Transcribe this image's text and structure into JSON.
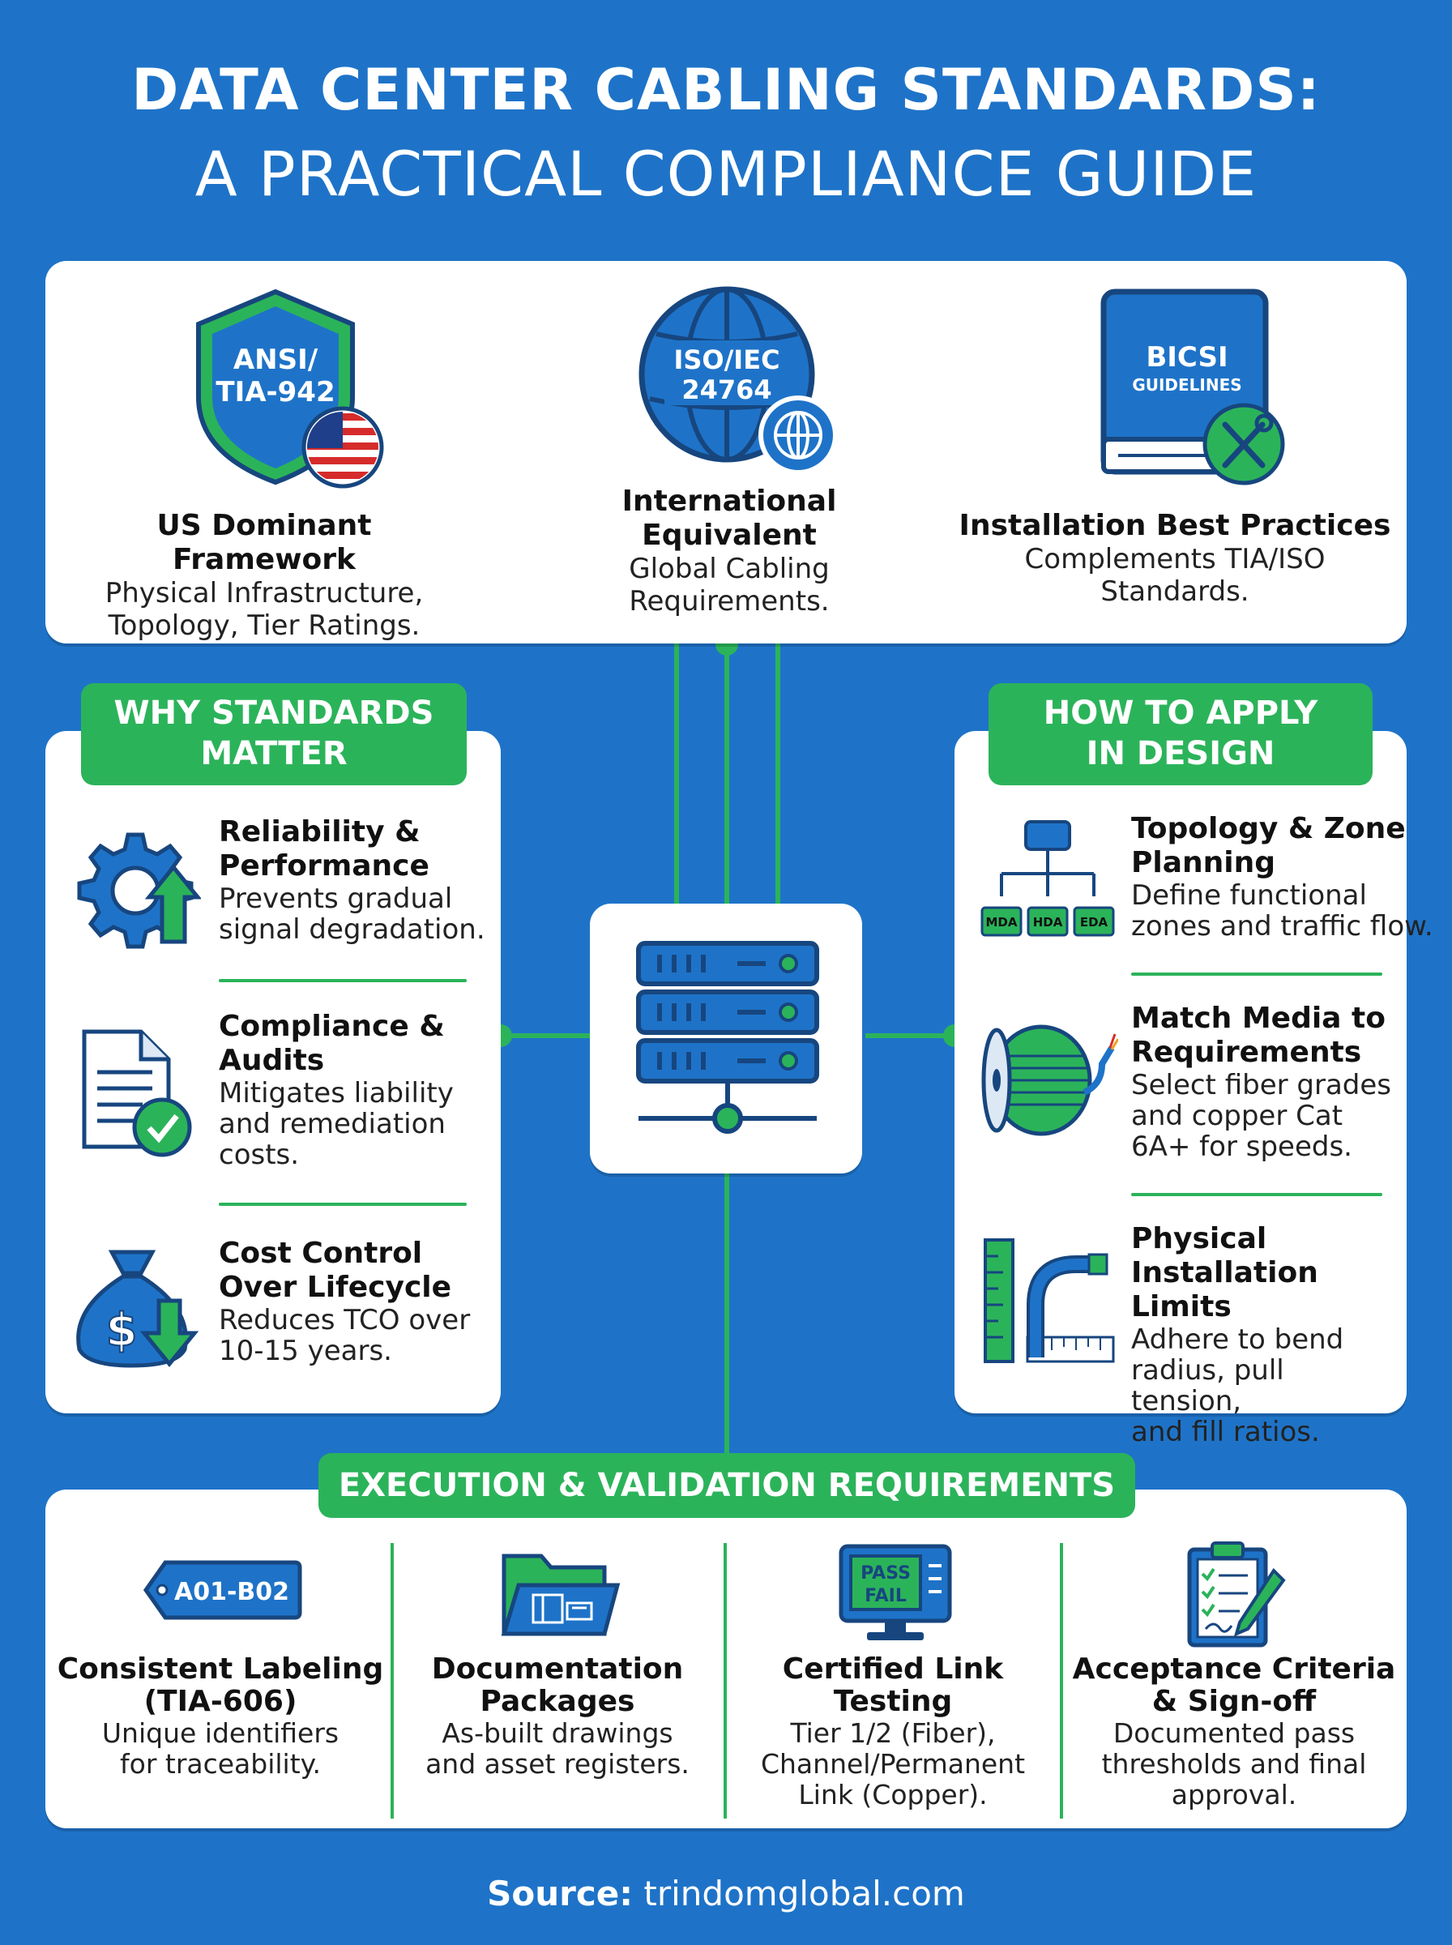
{
  "title": {
    "line1": "DATA CENTER CABLING STANDARDS:",
    "line2": "A PRACTICAL COMPLIANCE GUIDE"
  },
  "standards": [
    {
      "badge": "ANSI/ TIA-942",
      "badge_line1": "ANSI/",
      "badge_line2": "TIA-942",
      "heading": "US Dominant Framework",
      "body_line1": "Physical Infrastructure,",
      "body_line2": "Topology, Tier Ratings."
    },
    {
      "badge": "ISO/IEC 24764",
      "badge_line1": "ISO/IEC",
      "badge_line2": "24764",
      "heading_line1": "International",
      "heading_line2": "Equivalent",
      "body_line1": "Global Cabling",
      "body_line2": "Requirements."
    },
    {
      "badge": "BICSI GUIDELINES",
      "badge_line1": "BICSI",
      "badge_line2": "GUIDELINES",
      "heading": "Installation Best Practices",
      "body_line1": "Complements TIA/ISO",
      "body_line2": "Standards."
    }
  ],
  "why": {
    "title_line1": "WHY STANDARDS",
    "title_line2": "MATTER",
    "items": [
      {
        "heading_line1": "Reliability &",
        "heading_line2": "Performance",
        "body_line1": "Prevents gradual",
        "body_line2": "signal degradation.",
        "icon": "gear-arrow-icon"
      },
      {
        "heading_line1": "Compliance &",
        "heading_line2": "Audits",
        "body_line1": "Mitigates liability",
        "body_line2": "and remediation",
        "body_line3": "costs.",
        "icon": "document-check-icon"
      },
      {
        "heading_line1": "Cost Control",
        "heading_line2": "Over Lifecycle",
        "body_line1": "Reduces TCO over",
        "body_line2": "10-15 years.",
        "icon": "money-bag-icon"
      }
    ]
  },
  "how": {
    "title_line1": "HOW TO APPLY",
    "title_line2": "IN DESIGN",
    "items": [
      {
        "heading_line1": "Topology & Zone",
        "heading_line2": "Planning",
        "body_line1": "Define functional",
        "body_line2": "zones and traffic flow.",
        "icon": "topology-icon",
        "zones": [
          "MDA",
          "HDA",
          "EDA"
        ]
      },
      {
        "heading_line1": "Match Media to",
        "heading_line2": "Requirements",
        "body_line1": "Select fiber grades",
        "body_line2": "and copper Cat",
        "body_line3": "6A+ for speeds.",
        "icon": "cable-spool-icon"
      },
      {
        "heading_line1": "Physical",
        "heading_line2": "Installation Limits",
        "body_line1": "Adhere to bend",
        "body_line2": "radius, pull tension,",
        "body_line3": "and fill ratios.",
        "icon": "bend-radius-icon"
      }
    ]
  },
  "execution": {
    "title": "EXECUTION & VALIDATION REQUIREMENTS",
    "items": [
      {
        "heading_line1": "Consistent Labeling",
        "heading_line2": "(TIA-606)",
        "body_line1": "Unique identifiers",
        "body_line2": "for traceability.",
        "icon": "label-tag-icon",
        "tag_text": "A01-B02"
      },
      {
        "heading_line1": "Documentation",
        "heading_line2": "Packages",
        "body_line1": "As-built drawings",
        "body_line2": "and asset registers.",
        "icon": "folder-icon"
      },
      {
        "heading_line1": "Certified Link",
        "heading_line2": "Testing",
        "body_line1": "Tier 1/2 (Fiber),",
        "body_line2": "Channel/Permanent",
        "body_line3": "Link (Copper).",
        "icon": "tester-icon",
        "pass": "PASS",
        "fail": "FAIL"
      },
      {
        "heading_line1": "Acceptance Criteria",
        "heading_line2": "& Sign-off",
        "body_line1": "Documented pass",
        "body_line2": "thresholds and final",
        "body_line3": "approval.",
        "icon": "clipboard-icon"
      }
    ]
  },
  "source": {
    "label": "Source:",
    "value": "trindomglobal.com"
  },
  "colors": {
    "background": "#1e73c8",
    "accent_green": "#2bb35a",
    "dark_blue": "#17467f",
    "card": "#ffffff"
  }
}
